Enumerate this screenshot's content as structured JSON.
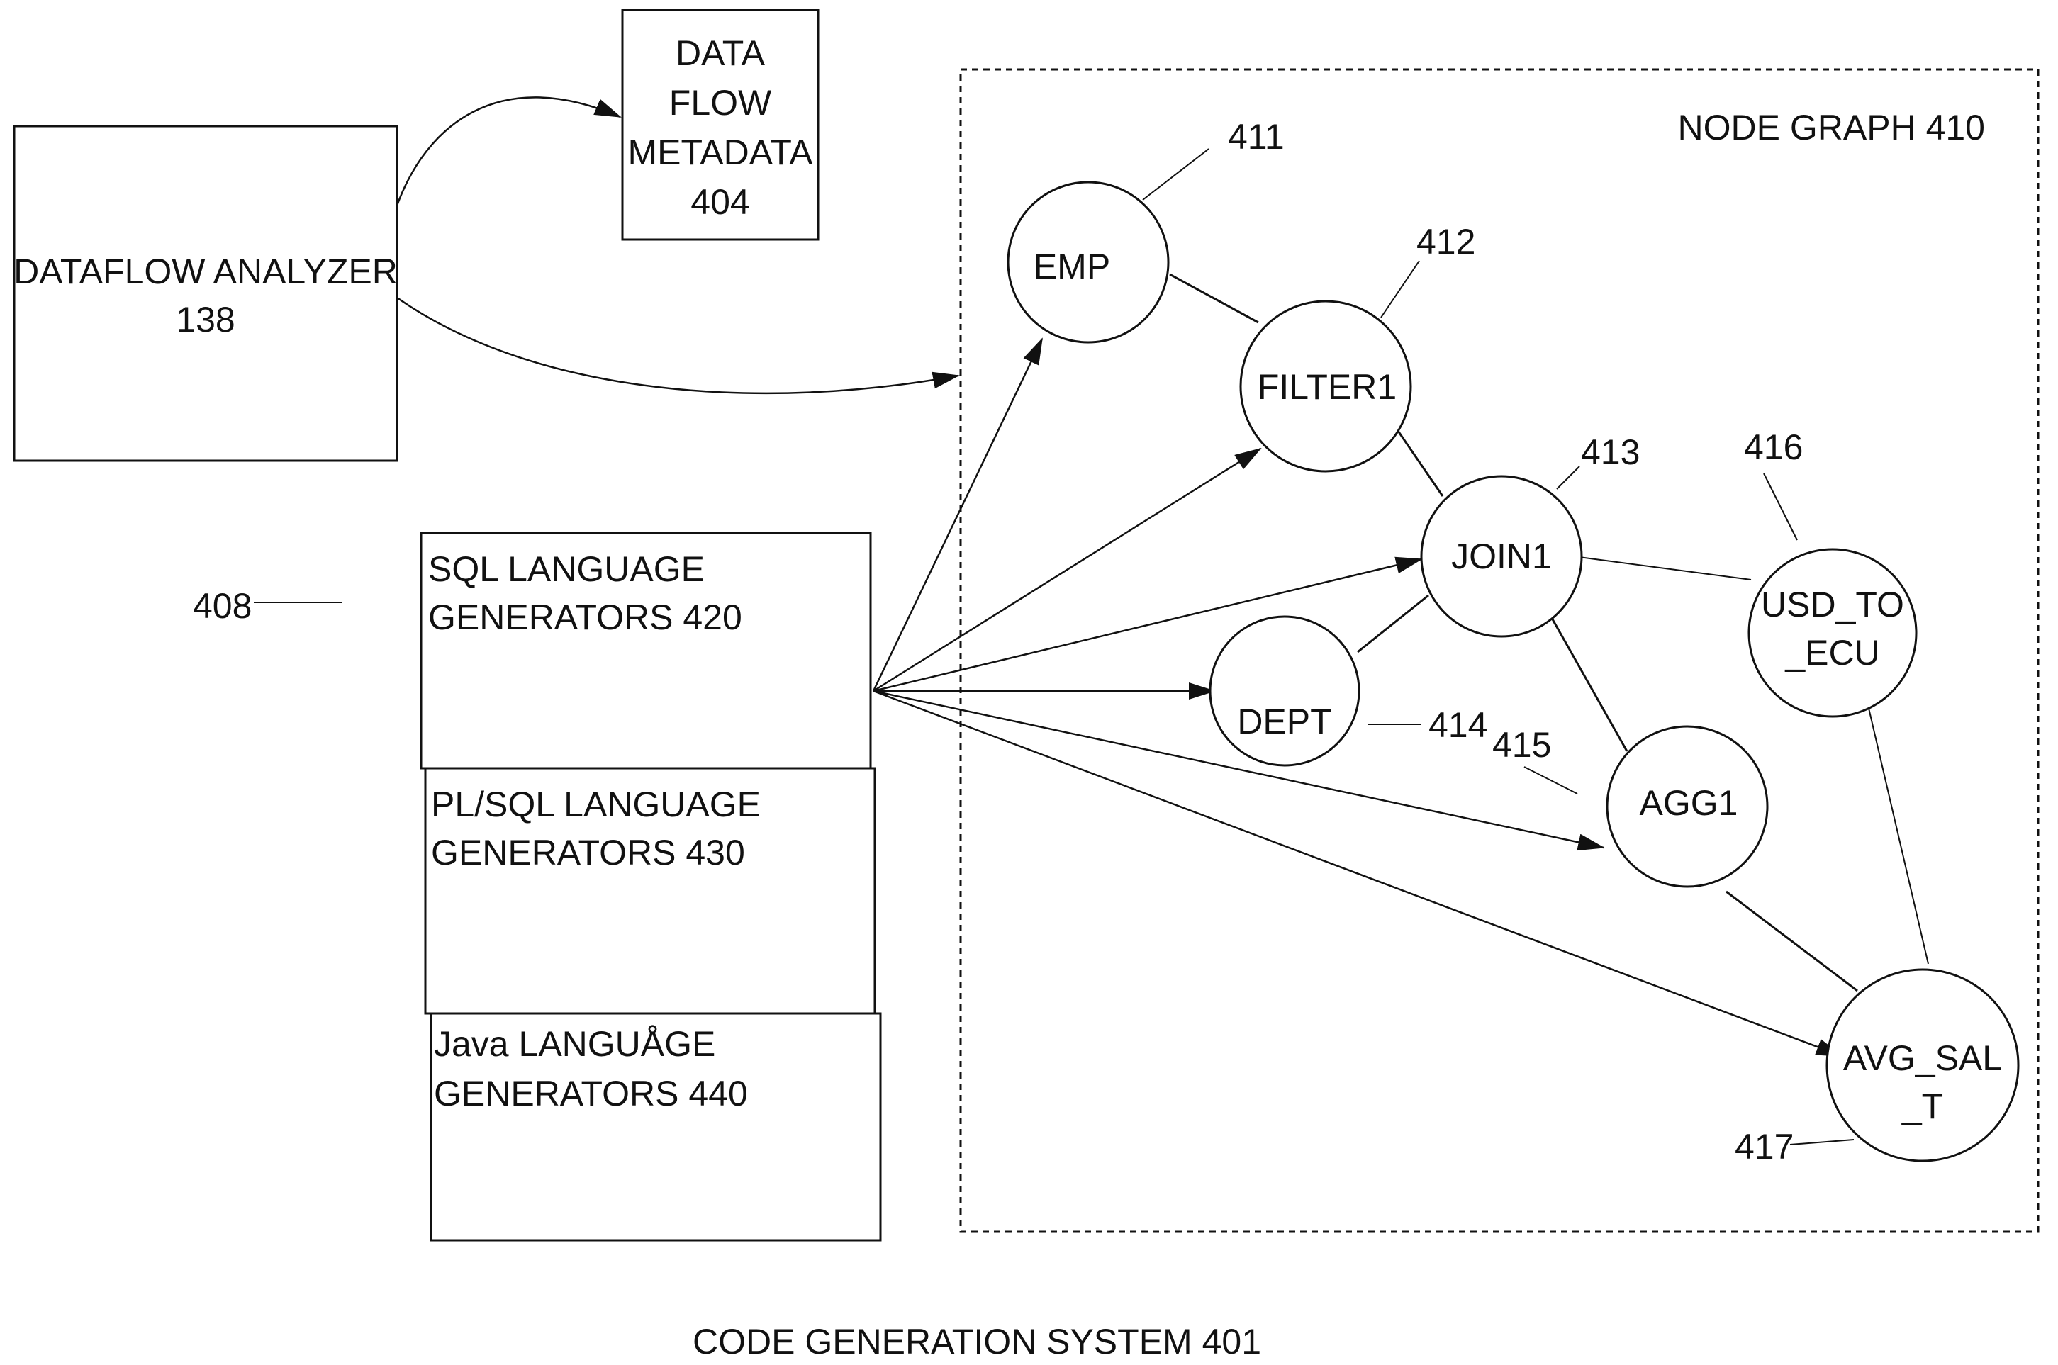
{
  "analyzer": {
    "line1": "DATAFLOW ANALYZER",
    "line2": "138"
  },
  "metadata": {
    "line1": "DATA",
    "line2": "FLOW",
    "line3": "METADATA",
    "line4": "404"
  },
  "node_graph_label": "NODE GRAPH 410",
  "generator_ref": "408",
  "generators": [
    {
      "line1": "SQL LANGUAGE",
      "line2": "GENERATORS 420"
    },
    {
      "line1": "PL/SQL LANGUAGE",
      "line2": "GENERATORS 430"
    },
    {
      "line1": "Java LANGUÅGE",
      "line2": "GENERATORS 440"
    }
  ],
  "nodes": {
    "emp": {
      "label": "EMP",
      "ref": "411"
    },
    "filter1": {
      "label": "FILTER1",
      "ref": "412"
    },
    "join1": {
      "label": "JOIN1",
      "ref": "413"
    },
    "dept": {
      "label": "DEPT",
      "ref": "414"
    },
    "agg1": {
      "label": "AGG1",
      "ref": "415"
    },
    "usd_to_ecu": {
      "line1": "USD_TO",
      "line2": "_ECU",
      "ref": "416"
    },
    "avg_sal_t": {
      "line1": "AVG_SAL",
      "line2": "_T",
      "ref": "417"
    }
  },
  "caption": "CODE GENERATION SYSTEM 401"
}
